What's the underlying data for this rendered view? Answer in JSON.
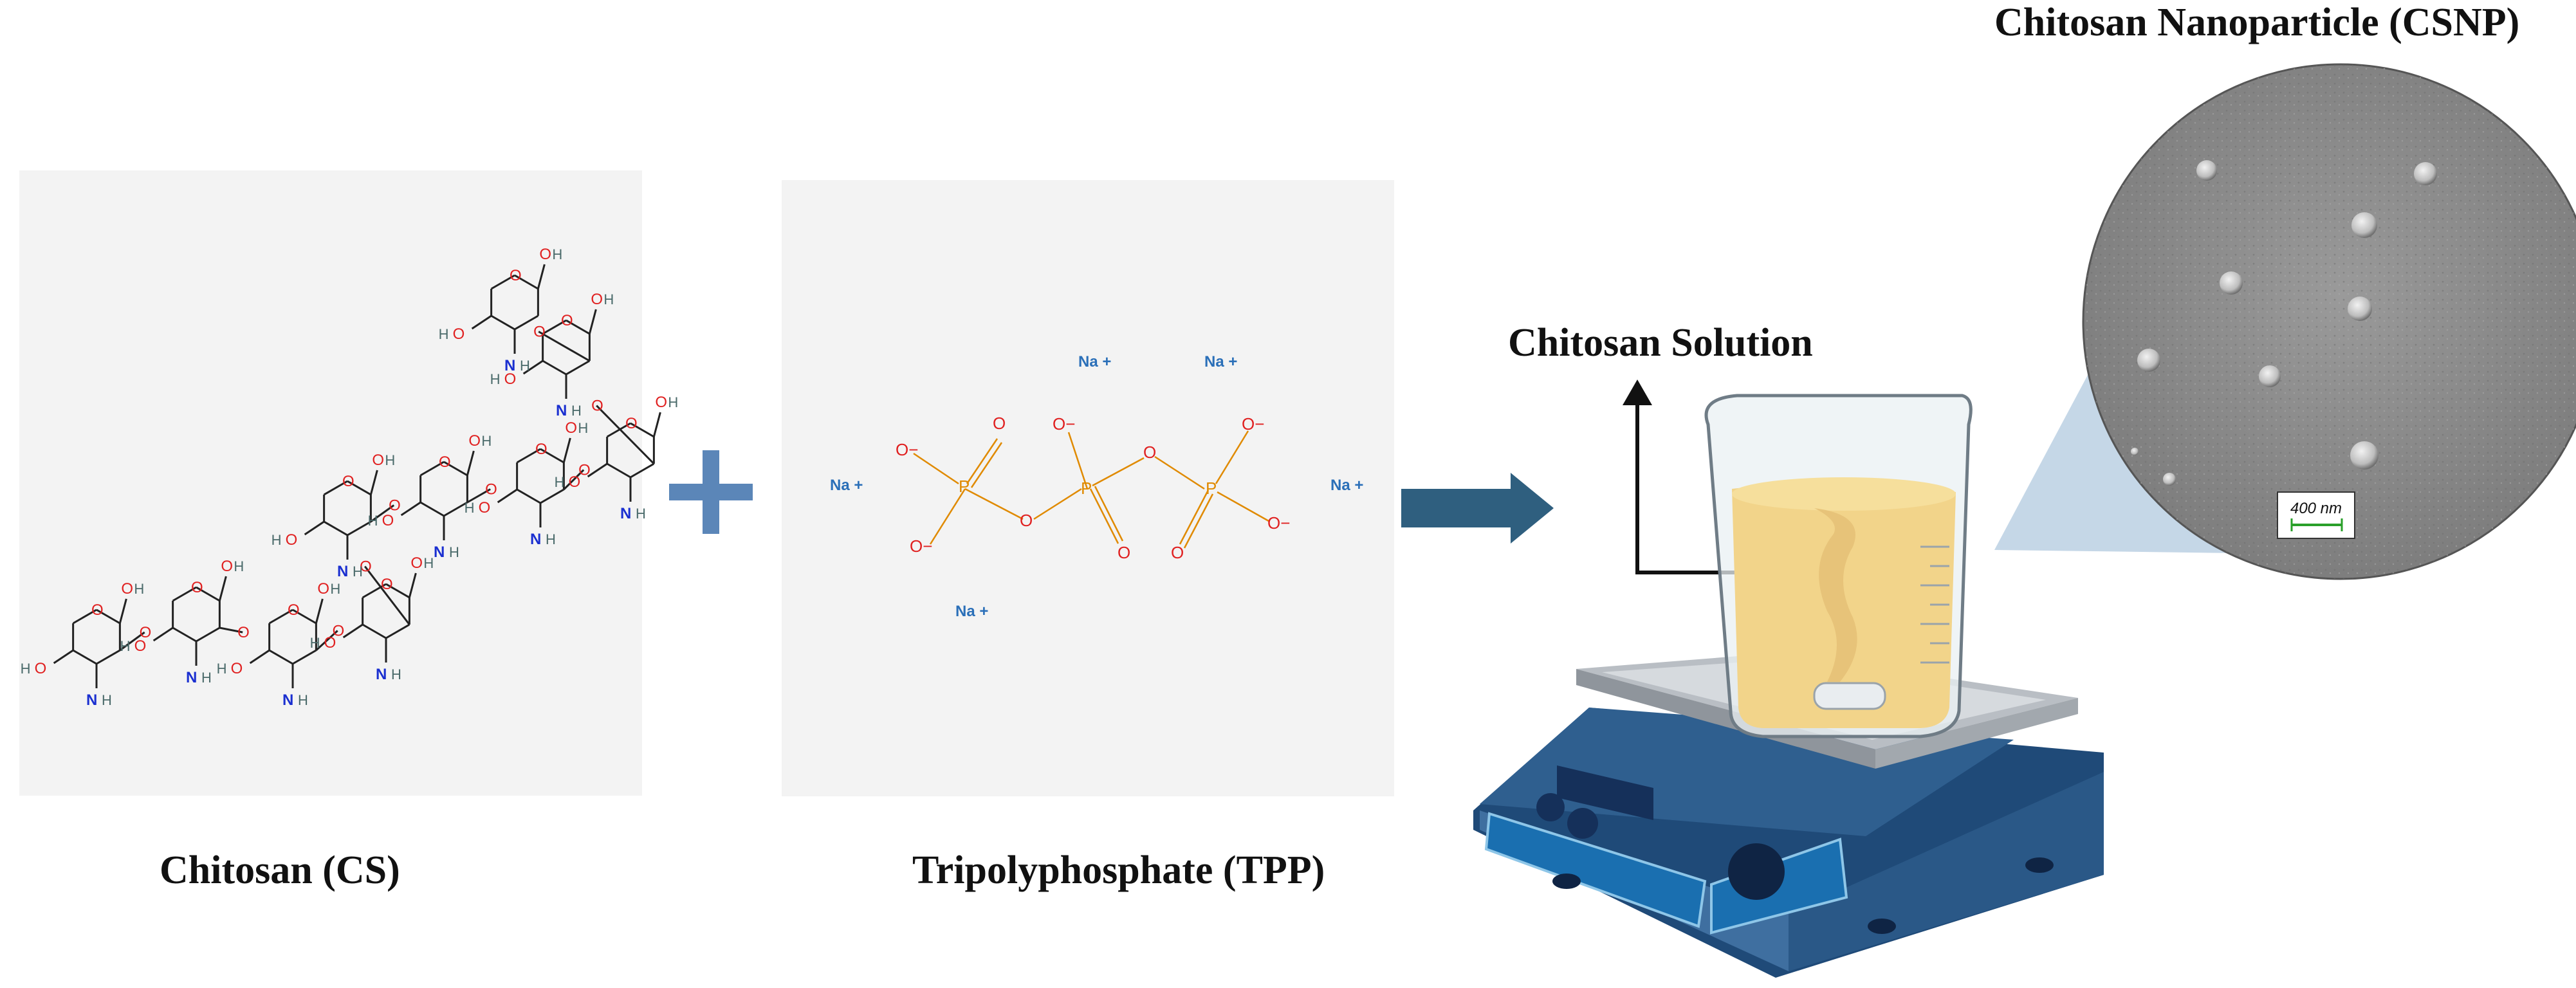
{
  "chitosan": {
    "caption": "Chitosan (CS)"
  },
  "tpp": {
    "caption": "Tripolyphosphate (TPP)",
    "counterion": "Na +",
    "oxygen_neg": "O−",
    "oxygen": "O",
    "phosphorus": "P"
  },
  "solution": {
    "label": "Chitosan Solution"
  },
  "nanoparticle": {
    "title": "Chitosan Nanoparticle (CSNP)",
    "scale_bar": "400 nm"
  },
  "colors": {
    "panel_bg": "#f3f3f3",
    "plus": "#5b86b8",
    "arrow": "#2f5f7f",
    "stirrer_body": "#2f5f8f",
    "solution": "#f2d48a",
    "zoom_wedge": "#c5d7e7",
    "sem_bg": "#8a8a8a"
  }
}
